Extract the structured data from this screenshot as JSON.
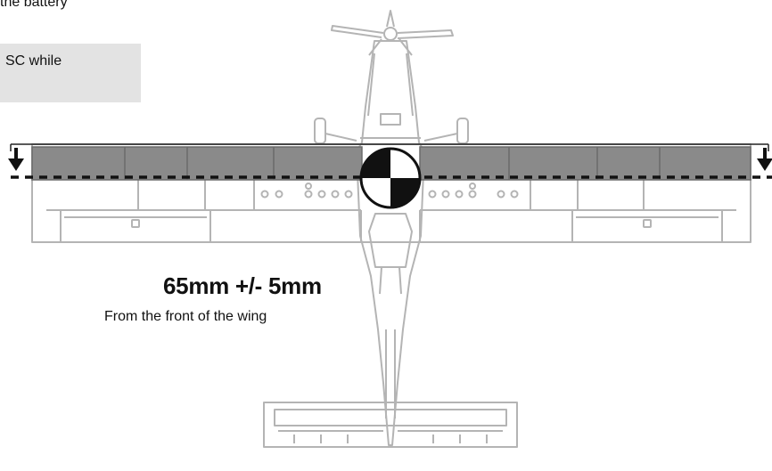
{
  "header": {
    "fragment_text": "the battery"
  },
  "note": {
    "text": "SC while"
  },
  "cg": {
    "measurement": "65mm +/- 5mm",
    "reference": "From the front of the wing"
  },
  "colors": {
    "outline": "#b4b4b4",
    "cg_zone": "#8a8a8a",
    "note_bg": "#e3e3e3",
    "text": "#111111"
  }
}
